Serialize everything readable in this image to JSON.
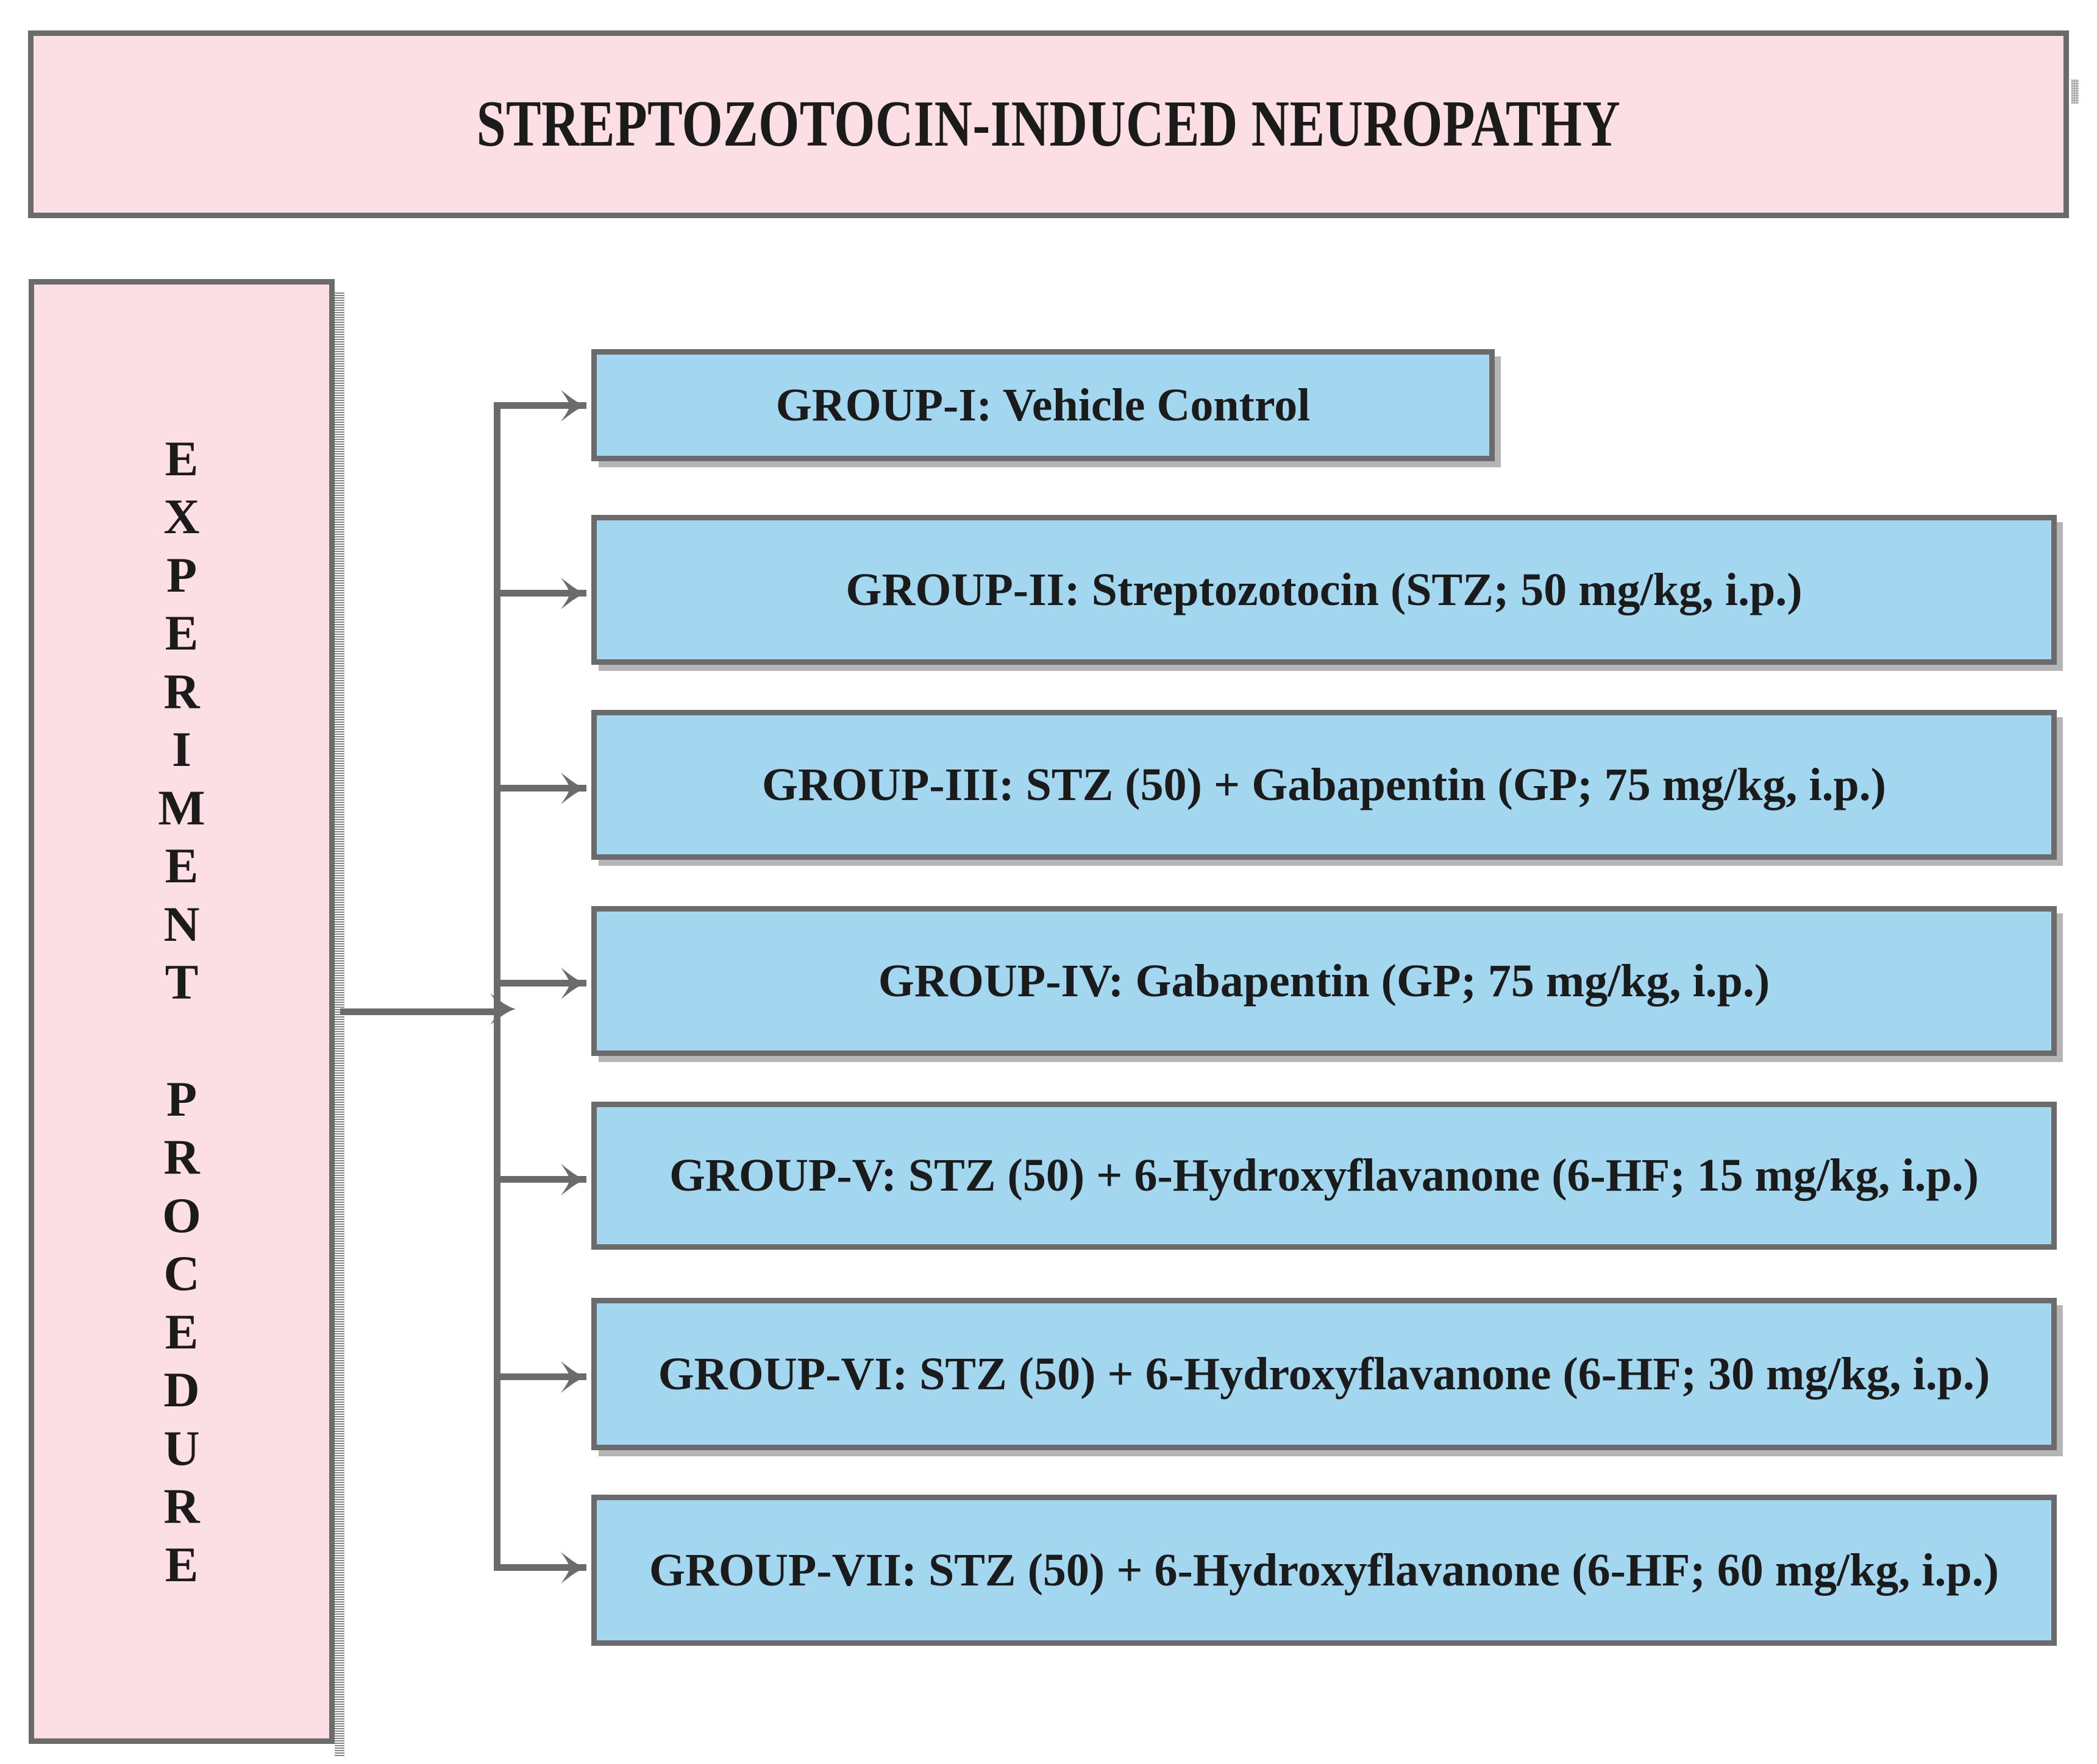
{
  "title": {
    "text": "STREPTOZOTOCIN-INDUCED NEUROPATHY"
  },
  "procedure_label": {
    "text": "E\nX\nP\nE\nR\nI\nM\nE\nN\nT\n\nP\nR\nO\nC\nE\nD\nU\nR\nE",
    "plain": "EXPERIMENT PROCEDURE"
  },
  "groups": [
    {
      "id": "group-i",
      "label": "GROUP-I: Vehicle Control"
    },
    {
      "id": "group-ii",
      "label": "GROUP-II: Streptozotocin (STZ; 50 mg/kg, i.p.)"
    },
    {
      "id": "group-iii",
      "label": "GROUP-III: STZ (50) + Gabapentin (GP; 75 mg/kg, i.p.)"
    },
    {
      "id": "group-iv",
      "label": "GROUP-IV: Gabapentin (GP; 75 mg/kg, i.p.)"
    },
    {
      "id": "group-v",
      "label": "GROUP-V: STZ (50) + 6-Hydroxyflavanone (6-HF; 15 mg/kg, i.p.)"
    },
    {
      "id": "group-vi",
      "label": "GROUP-VI: STZ (50) + 6-Hydroxyflavanone (6-HF; 30 mg/kg, i.p.)"
    },
    {
      "id": "group-vii",
      "label": "GROUP-VII: STZ (50) + 6-Hydroxyflavanone (6-HF; 60 mg/kg, i.p.)"
    }
  ],
  "colors": {
    "title_fill": "#FCDFE4",
    "procedure_fill": "#FCDFE4",
    "group_fill": "#A3D7EF",
    "border": "#6B6B6B",
    "text": "#1B1B1B",
    "background": "#FFFFFF"
  },
  "icons": {
    "connector_arrow": "arrowhead-right-icon"
  }
}
